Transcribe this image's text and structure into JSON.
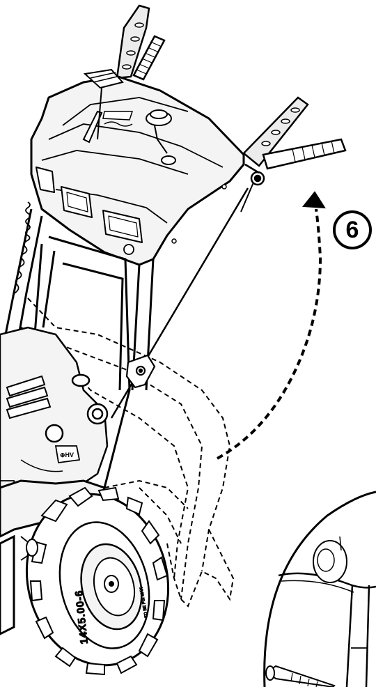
{
  "figure": {
    "step_number": "6",
    "tire_brand": "14X5.00-6",
    "tire_small_text": "TO BE PSI MAX",
    "engine_knob_label": "⊕HV"
  },
  "colors": {
    "line": "#000000",
    "background": "#ffffff",
    "panel_fill": "#f4f4f4",
    "tire_fill": "#ffffff"
  }
}
